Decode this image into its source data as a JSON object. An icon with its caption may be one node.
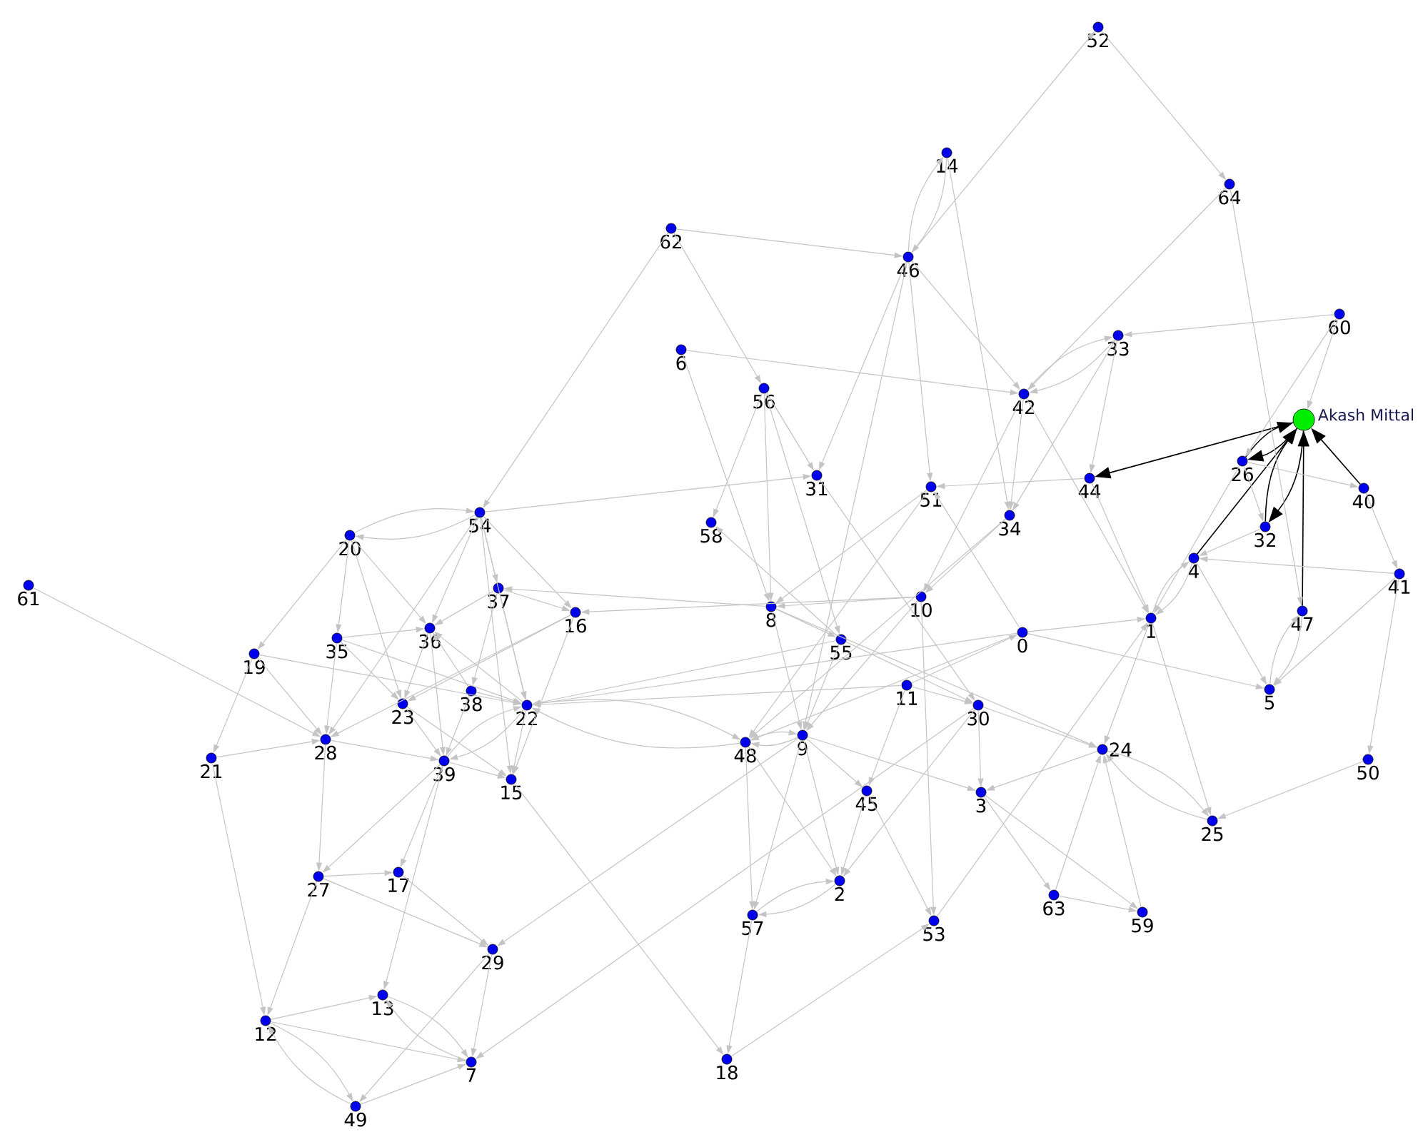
{
  "diagram": {
    "nodes": [
      {
        "text": [
          "0"
        ]
      },
      {
        "text": [
          "1"
        ]
      },
      {
        "text": [
          "2"
        ]
      },
      {
        "text": [
          "3"
        ]
      },
      {
        "text": [
          "4"
        ]
      },
      {
        "text": [
          "5"
        ]
      },
      {
        "text": [
          "6"
        ]
      },
      {
        "text": [
          "7"
        ]
      },
      {
        "text": [
          "8"
        ]
      },
      {
        "text": [
          "9"
        ]
      },
      {
        "text": [
          "10"
        ]
      },
      {
        "text": [
          "11"
        ]
      },
      {
        "text": [
          "12"
        ]
      },
      {
        "text": [
          "13"
        ]
      },
      {
        "text": [
          "14"
        ]
      },
      {
        "text": [
          "15"
        ]
      },
      {
        "text": [
          "16"
        ]
      },
      {
        "text": [
          "17"
        ]
      },
      {
        "text": [
          "18"
        ]
      },
      {
        "text": [
          "19"
        ]
      },
      {
        "text": [
          "20"
        ]
      },
      {
        "text": [
          "21"
        ]
      },
      {
        "text": [
          "22"
        ]
      },
      {
        "text": [
          "23"
        ]
      },
      {
        "text": [
          "24"
        ]
      },
      {
        "text": [
          "25"
        ]
      },
      {
        "text": [
          "26"
        ]
      },
      {
        "text": [
          "27"
        ]
      },
      {
        "text": [
          "28"
        ]
      },
      {
        "text": [
          "29"
        ]
      },
      {
        "text": [
          "30"
        ]
      },
      {
        "text": [
          "31"
        ]
      },
      {
        "text": [
          "32"
        ]
      },
      {
        "text": [
          "33"
        ]
      },
      {
        "text": [
          "34"
        ]
      },
      {
        "text": [
          "35"
        ]
      },
      {
        "text": [
          "36"
        ]
      },
      {
        "text": [
          "37"
        ]
      },
      {
        "text": [
          "38"
        ]
      },
      {
        "text": [
          "39"
        ]
      },
      {
        "text": [
          "40"
        ]
      },
      {
        "text": [
          "41"
        ]
      },
      {
        "text": [
          "42"
        ]
      },
      {
        "text": [
          "44"
        ]
      },
      {
        "text": [
          "45"
        ]
      },
      {
        "text": [
          "46"
        ]
      },
      {
        "text": [
          "47"
        ]
      },
      {
        "text": [
          "48"
        ]
      },
      {
        "text": [
          "49"
        ]
      },
      {
        "text": [
          "50"
        ]
      },
      {
        "text": [
          "51"
        ]
      },
      {
        "text": [
          "52"
        ]
      },
      {
        "text": [
          "53"
        ]
      },
      {
        "text": [
          "54"
        ]
      },
      {
        "text": [
          "55"
        ]
      },
      {
        "text": [
          "56"
        ]
      },
      {
        "text": [
          "57"
        ]
      },
      {
        "text": [
          "58"
        ]
      },
      {
        "text": [
          "59"
        ]
      },
      {
        "text": [
          "60"
        ]
      },
      {
        "text": [
          "61"
        ]
      },
      {
        "text": [
          "62"
        ]
      },
      {
        "text": [
          "63"
        ]
      },
      {
        "text": [
          "64"
        ]
      },
      {
        "text": [
          "Akash Mittal"
        ]
      }
    ],
    "edges": [
      {
        "from": 64,
        "to": 43,
        "arrow": "to",
        "color": "#000000"
      },
      {
        "from": 64,
        "to": 26,
        "arrow": "to",
        "color": "#000000"
      },
      {
        "from": 64,
        "to": 32,
        "arrow": "to",
        "color": "#000000"
      },
      {
        "from": 26,
        "to": 64,
        "arrow": "to",
        "color": "#000000"
      },
      {
        "from": 32,
        "to": 64,
        "arrow": "to",
        "color": "#000000"
      },
      {
        "from": 4,
        "to": 64,
        "arrow": "to",
        "color": "#000000"
      },
      {
        "from": 46,
        "to": 64,
        "arrow": "to",
        "color": "#000000"
      },
      {
        "from": 40,
        "to": 64,
        "arrow": "to",
        "color": "#000000"
      },
      {
        "from": 61,
        "to": 45,
        "arrow": "to"
      },
      {
        "from": 61,
        "to": 53,
        "arrow": "to"
      },
      {
        "from": 61,
        "to": 55,
        "arrow": "to"
      },
      {
        "from": 14,
        "to": 45,
        "arrow": "to"
      },
      {
        "from": 45,
        "to": 14,
        "arrow": "to"
      },
      {
        "from": 45,
        "to": 51,
        "arrow": "to"
      },
      {
        "from": 51,
        "to": 63,
        "arrow": "to"
      },
      {
        "from": 63,
        "to": 42,
        "arrow": "to"
      },
      {
        "from": 63,
        "to": 46,
        "arrow": "to"
      },
      {
        "from": 59,
        "to": 33,
        "arrow": "to"
      },
      {
        "from": 59,
        "to": 26,
        "arrow": "to"
      },
      {
        "from": 59,
        "to": 64,
        "arrow": "to"
      },
      {
        "from": 6,
        "to": 42,
        "arrow": "to"
      },
      {
        "from": 6,
        "to": 8,
        "arrow": "to"
      },
      {
        "from": 45,
        "to": 42,
        "arrow": "to"
      },
      {
        "from": 45,
        "to": 31,
        "arrow": "to"
      },
      {
        "from": 45,
        "to": 50,
        "arrow": "to"
      },
      {
        "from": 45,
        "to": 9,
        "arrow": "to"
      },
      {
        "from": 14,
        "to": 34,
        "arrow": "to"
      },
      {
        "from": 33,
        "to": 42,
        "arrow": "to"
      },
      {
        "from": 42,
        "to": 33,
        "arrow": "to"
      },
      {
        "from": 33,
        "to": 34,
        "arrow": "to"
      },
      {
        "from": 33,
        "to": 43,
        "arrow": "to"
      },
      {
        "from": 55,
        "to": 31,
        "arrow": "to"
      },
      {
        "from": 55,
        "to": 8,
        "arrow": "to"
      },
      {
        "from": 55,
        "to": 54,
        "arrow": "to"
      },
      {
        "from": 55,
        "to": 57,
        "arrow": "to"
      },
      {
        "from": 53,
        "to": 20,
        "arrow": "to"
      },
      {
        "from": 20,
        "to": 53,
        "arrow": "to"
      },
      {
        "from": 53,
        "to": 31,
        "arrow": "to"
      },
      {
        "from": 53,
        "to": 36,
        "arrow": "to"
      },
      {
        "from": 53,
        "to": 37,
        "arrow": "to"
      },
      {
        "from": 53,
        "to": 15,
        "arrow": "to"
      },
      {
        "from": 53,
        "to": 16,
        "arrow": "to"
      },
      {
        "from": 53,
        "to": 22,
        "arrow": "to"
      },
      {
        "from": 37,
        "to": 16,
        "arrow": "to"
      },
      {
        "from": 37,
        "to": 22,
        "arrow": "to"
      },
      {
        "from": 37,
        "to": 36,
        "arrow": "to"
      },
      {
        "from": 16,
        "to": 23,
        "arrow": "to"
      },
      {
        "from": 16,
        "to": 15,
        "arrow": "to"
      },
      {
        "from": 10,
        "to": 16,
        "arrow": "to"
      },
      {
        "from": 8,
        "to": 37,
        "arrow": "to"
      },
      {
        "from": 10,
        "to": 8,
        "arrow": "to"
      },
      {
        "from": 8,
        "to": 9,
        "arrow": "to"
      },
      {
        "from": 8,
        "to": 54,
        "arrow": "to"
      },
      {
        "from": 8,
        "to": 24,
        "arrow": "to"
      },
      {
        "from": 54,
        "to": 30,
        "arrow": "to"
      },
      {
        "from": 54,
        "to": 9,
        "arrow": "to"
      },
      {
        "from": 54,
        "to": 57,
        "arrow": "to"
      },
      {
        "from": 54,
        "to": 22,
        "arrow": "to"
      },
      {
        "from": 50,
        "to": 8,
        "arrow": "to"
      },
      {
        "from": 50,
        "to": 47,
        "arrow": "to"
      },
      {
        "from": 0,
        "to": 50,
        "arrow": "to"
      },
      {
        "from": 34,
        "to": 10,
        "arrow": "to"
      },
      {
        "from": 34,
        "to": 47,
        "arrow": "to"
      },
      {
        "from": 42,
        "to": 1,
        "arrow": "to"
      },
      {
        "from": 42,
        "to": 34,
        "arrow": "to"
      },
      {
        "from": 42,
        "to": 10,
        "arrow": "to"
      },
      {
        "from": 43,
        "to": 50,
        "arrow": "to"
      },
      {
        "from": 43,
        "to": 1,
        "arrow": "to"
      },
      {
        "from": 4,
        "to": 1,
        "arrow": "to"
      },
      {
        "from": 1,
        "to": 4,
        "arrow": "to"
      },
      {
        "from": 26,
        "to": 1,
        "arrow": "to"
      },
      {
        "from": 26,
        "to": 40,
        "arrow": "to"
      },
      {
        "from": 26,
        "to": 32,
        "arrow": "to"
      },
      {
        "from": 32,
        "to": 4,
        "arrow": "to"
      },
      {
        "from": 41,
        "to": 4,
        "arrow": "to"
      },
      {
        "from": 41,
        "to": 5,
        "arrow": "to"
      },
      {
        "from": 40,
        "to": 41,
        "arrow": "to"
      },
      {
        "from": 49,
        "to": 25,
        "arrow": "to"
      },
      {
        "from": 41,
        "to": 49,
        "arrow": "to"
      },
      {
        "from": 46,
        "to": 5,
        "arrow": "to"
      },
      {
        "from": 5,
        "to": 46,
        "arrow": "to"
      },
      {
        "from": 4,
        "to": 5,
        "arrow": "to"
      },
      {
        "from": 1,
        "to": 25,
        "arrow": "to"
      },
      {
        "from": 1,
        "to": 24,
        "arrow": "to"
      },
      {
        "from": 0,
        "to": 1,
        "arrow": "to"
      },
      {
        "from": 0,
        "to": 5,
        "arrow": "to"
      },
      {
        "from": 30,
        "to": 24,
        "arrow": "to"
      },
      {
        "from": 30,
        "to": 3,
        "arrow": "to"
      },
      {
        "from": 11,
        "to": 0,
        "arrow": "to"
      },
      {
        "from": 11,
        "to": 30,
        "arrow": "to"
      },
      {
        "from": 11,
        "to": 44,
        "arrow": "to"
      },
      {
        "from": 9,
        "to": 47,
        "arrow": "to"
      },
      {
        "from": 47,
        "to": 9,
        "arrow": "to"
      },
      {
        "from": 9,
        "to": 44,
        "arrow": "to"
      },
      {
        "from": 9,
        "to": 3,
        "arrow": "to"
      },
      {
        "from": 9,
        "to": 2,
        "arrow": "to"
      },
      {
        "from": 9,
        "to": 56,
        "arrow": "to"
      },
      {
        "from": 47,
        "to": 56,
        "arrow": "to"
      },
      {
        "from": 47,
        "to": 2,
        "arrow": "to"
      },
      {
        "from": 47,
        "to": 22,
        "arrow": "to"
      },
      {
        "from": 22,
        "to": 47,
        "arrow": "to"
      },
      {
        "from": 56,
        "to": 2,
        "arrow": "to"
      },
      {
        "from": 2,
        "to": 56,
        "arrow": "to"
      },
      {
        "from": 56,
        "to": 18,
        "arrow": "to"
      },
      {
        "from": 18,
        "to": 52,
        "arrow": "to"
      },
      {
        "from": 44,
        "to": 52,
        "arrow": "to"
      },
      {
        "from": 10,
        "to": 52,
        "arrow": "to"
      },
      {
        "from": 3,
        "to": 62,
        "arrow": "to"
      },
      {
        "from": 62,
        "to": 58,
        "arrow": "to"
      },
      {
        "from": 24,
        "to": 25,
        "arrow": "to"
      },
      {
        "from": 25,
        "to": 24,
        "arrow": "to"
      },
      {
        "from": 58,
        "to": 24,
        "arrow": "to"
      },
      {
        "from": 62,
        "to": 24,
        "arrow": "to"
      },
      {
        "from": 3,
        "to": 58,
        "arrow": "to"
      },
      {
        "from": 24,
        "to": 3,
        "arrow": "to"
      },
      {
        "from": 44,
        "to": 2,
        "arrow": "to"
      },
      {
        "from": 30,
        "to": 2,
        "arrow": "to"
      },
      {
        "from": 22,
        "to": 39,
        "arrow": "to"
      },
      {
        "from": 39,
        "to": 22,
        "arrow": "to"
      },
      {
        "from": 23,
        "to": 39,
        "arrow": "to"
      },
      {
        "from": 38,
        "to": 22,
        "arrow": "to"
      },
      {
        "from": 35,
        "to": 22,
        "arrow": "to"
      },
      {
        "from": 35,
        "to": 23,
        "arrow": "to"
      },
      {
        "from": 35,
        "to": 28,
        "arrow": "to"
      },
      {
        "from": 35,
        "to": 36,
        "arrow": "to"
      },
      {
        "from": 19,
        "to": 21,
        "arrow": "to"
      },
      {
        "from": 21,
        "to": 28,
        "arrow": "to"
      },
      {
        "from": 21,
        "to": 12,
        "arrow": "to"
      },
      {
        "from": 19,
        "to": 28,
        "arrow": "to"
      },
      {
        "from": 19,
        "to": 22,
        "arrow": "to"
      },
      {
        "from": 20,
        "to": 19,
        "arrow": "to"
      },
      {
        "from": 20,
        "to": 35,
        "arrow": "to"
      },
      {
        "from": 20,
        "to": 36,
        "arrow": "to"
      },
      {
        "from": 20,
        "to": 23,
        "arrow": "to"
      },
      {
        "from": 28,
        "to": 39,
        "arrow": "to"
      },
      {
        "from": 28,
        "to": 27,
        "arrow": "to"
      },
      {
        "from": 27,
        "to": 17,
        "arrow": "to"
      },
      {
        "from": 27,
        "to": 29,
        "arrow": "to"
      },
      {
        "from": 27,
        "to": 12,
        "arrow": "to"
      },
      {
        "from": 12,
        "to": 13,
        "arrow": "to"
      },
      {
        "from": 12,
        "to": 7,
        "arrow": "to"
      },
      {
        "from": 12,
        "to": 48,
        "arrow": "to"
      },
      {
        "from": 48,
        "to": 12,
        "arrow": "to"
      },
      {
        "from": 13,
        "to": 7,
        "arrow": "to"
      },
      {
        "from": 7,
        "to": 13,
        "arrow": "to"
      },
      {
        "from": 48,
        "to": 7,
        "arrow": "to"
      },
      {
        "from": 29,
        "to": 48,
        "arrow": "to"
      },
      {
        "from": 29,
        "to": 7,
        "arrow": "to"
      },
      {
        "from": 17,
        "to": 29,
        "arrow": "to"
      },
      {
        "from": 39,
        "to": 13,
        "arrow": "to"
      },
      {
        "from": 39,
        "to": 17,
        "arrow": "to"
      },
      {
        "from": 39,
        "to": 27,
        "arrow": "to"
      },
      {
        "from": 22,
        "to": 15,
        "arrow": "to"
      },
      {
        "from": 39,
        "to": 15,
        "arrow": "to"
      },
      {
        "from": 23,
        "to": 15,
        "arrow": "to"
      },
      {
        "from": 36,
        "to": 23,
        "arrow": "to"
      },
      {
        "from": 38,
        "to": 36,
        "arrow": "to"
      },
      {
        "from": 60,
        "to": 28,
        "arrow": "to"
      },
      {
        "from": 15,
        "to": 18,
        "arrow": "to"
      },
      {
        "from": 9,
        "to": 29,
        "arrow": "to"
      },
      {
        "from": 30,
        "to": 7,
        "arrow": "to"
      },
      {
        "from": 0,
        "to": 47,
        "arrow": "to"
      },
      {
        "from": 0,
        "to": 22,
        "arrow": "to"
      },
      {
        "from": 11,
        "to": 22,
        "arrow": "to"
      },
      {
        "from": 10,
        "to": 9,
        "arrow": "to"
      },
      {
        "from": 31,
        "to": 30,
        "arrow": "to"
      },
      {
        "from": 52,
        "to": 1,
        "arrow": "to"
      },
      {
        "from": 36,
        "to": 39,
        "arrow": "to"
      },
      {
        "from": 38,
        "to": 39,
        "arrow": "to"
      },
      {
        "from": 37,
        "to": 38,
        "arrow": "to"
      },
      {
        "from": 53,
        "to": 28,
        "arrow": "to"
      },
      {
        "from": 16,
        "to": 28,
        "arrow": "to"
      },
      {
        "from": 22,
        "to": 36,
        "arrow": "to"
      }
    ]
  }
}
